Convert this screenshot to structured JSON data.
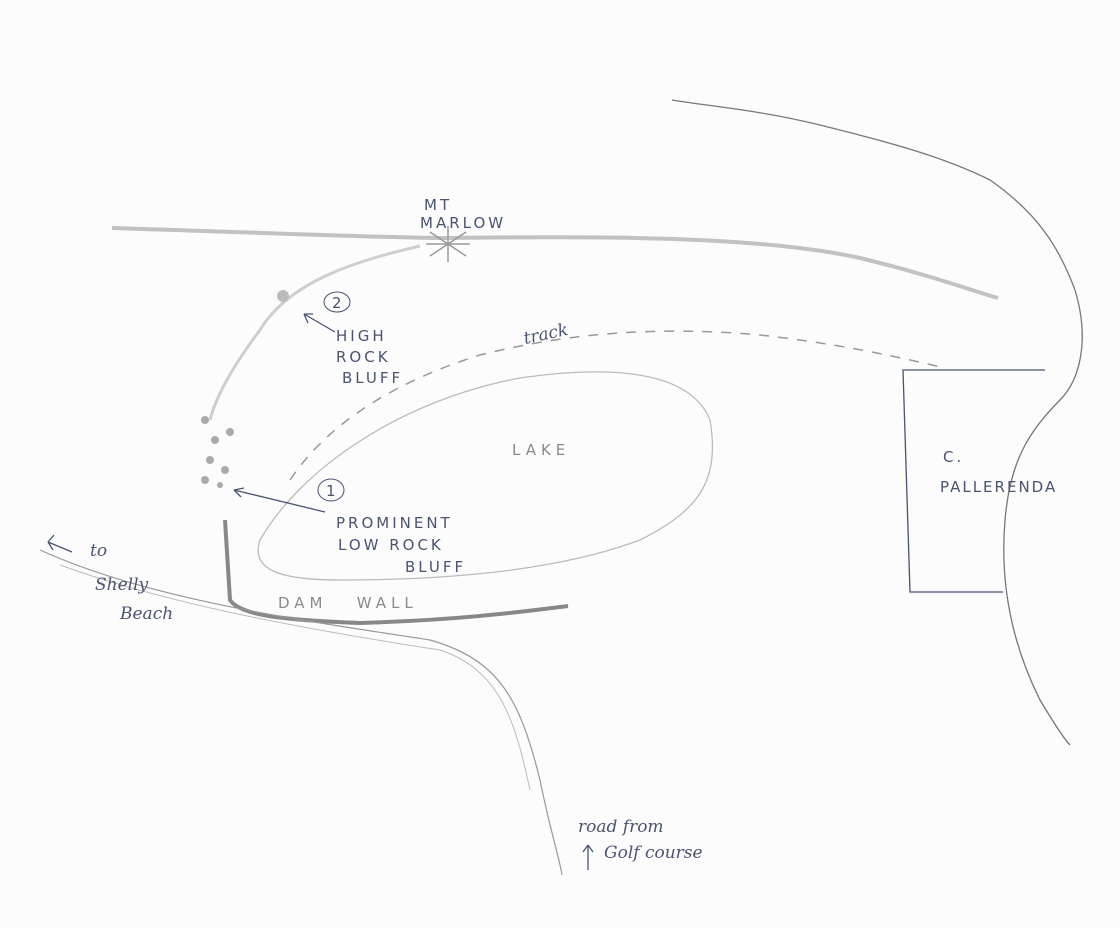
{
  "labels": {
    "mountain": [
      "MT",
      "MARLOW"
    ],
    "track": "track",
    "marker_2": "2",
    "high_bluff": [
      "HIGH",
      "ROCK",
      "BLUFF"
    ],
    "lake": "LAKE",
    "marker_1": "1",
    "low_bluff": [
      "PROMINENT",
      "LOW ROCK",
      "BLUFF"
    ],
    "dam_wall": "DAM   WALL",
    "shelly": [
      "to",
      "Shelly",
      "Beach"
    ],
    "cape": [
      "C.",
      "PALLERENDA"
    ],
    "road": [
      "road from",
      "Golf course"
    ]
  },
  "colors": {
    "ink": "#4a5470",
    "pencil": "#9a9a9a"
  }
}
